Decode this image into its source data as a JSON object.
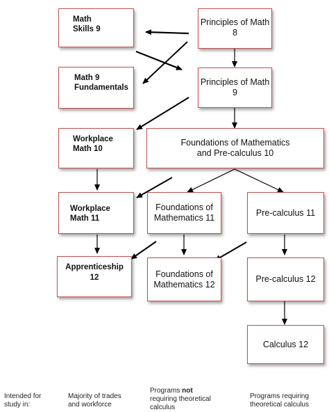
{
  "boxes": {
    "math_skills_9": "Math\nSkills 9",
    "principles_8": "Principles of Math\n8",
    "math_9_fundamentals": "Math 9\nFundamentals",
    "principles_9": "Principles of Math\n9",
    "workplace_10": "Workplace\nMath 10",
    "foundations_precalc_10": "Foundations of Mathematics\nand Pre-calculus 10",
    "workplace_11": "Workplace\nMath 11",
    "foundations_11": "Foundations of\nMathematics 11",
    "precalc_11": "Pre-calculus 11",
    "apprenticeship_12": "Apprenticeship\n12",
    "foundations_12": "Foundations of\nMathematics 12",
    "precalc_12": "Pre-calculus 12",
    "calculus_12": "Calculus 12"
  },
  "footer": {
    "intended": "Intended for\nstudy in:",
    "trades": "Majority of trades\nand workforce",
    "not_calc_pre": "Programs ",
    "not_calc_bold": "not",
    "not_calc_post": "\nrequiring theoretical\ncalculus",
    "calc": "Programs requiring\ntheoretical calculus"
  },
  "colors": {
    "box_border": "#c0504d",
    "arrow": "#000000"
  }
}
